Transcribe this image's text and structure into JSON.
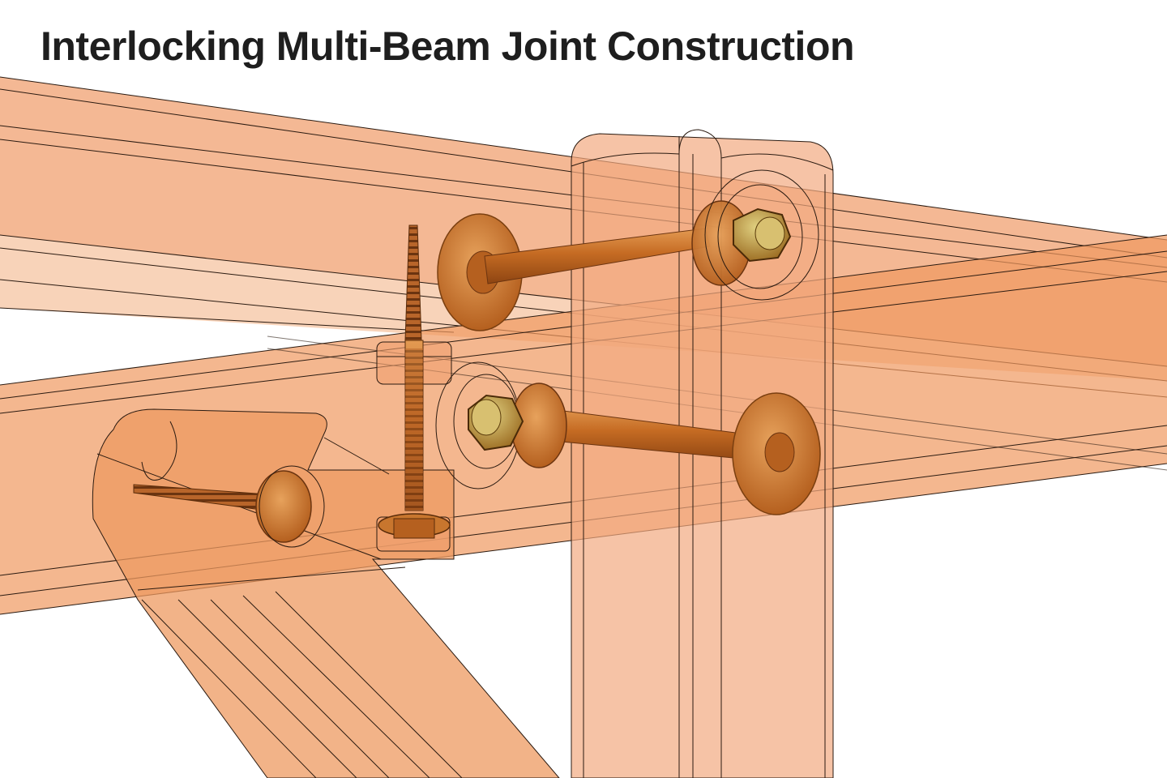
{
  "title": "Interlocking Multi-Beam Joint Construction",
  "colors": {
    "beam_fill": "#f0a070",
    "beam_edge": "#2a1a10",
    "hardware": "#c8762e",
    "hardware_dark": "#7a3f10",
    "background": "#ffffff"
  },
  "parts": [
    "upper-beam",
    "lower-beam",
    "vertical-post",
    "diagonal-brace",
    "carriage-bolt",
    "lag-screw",
    "washer",
    "hex-nut"
  ]
}
